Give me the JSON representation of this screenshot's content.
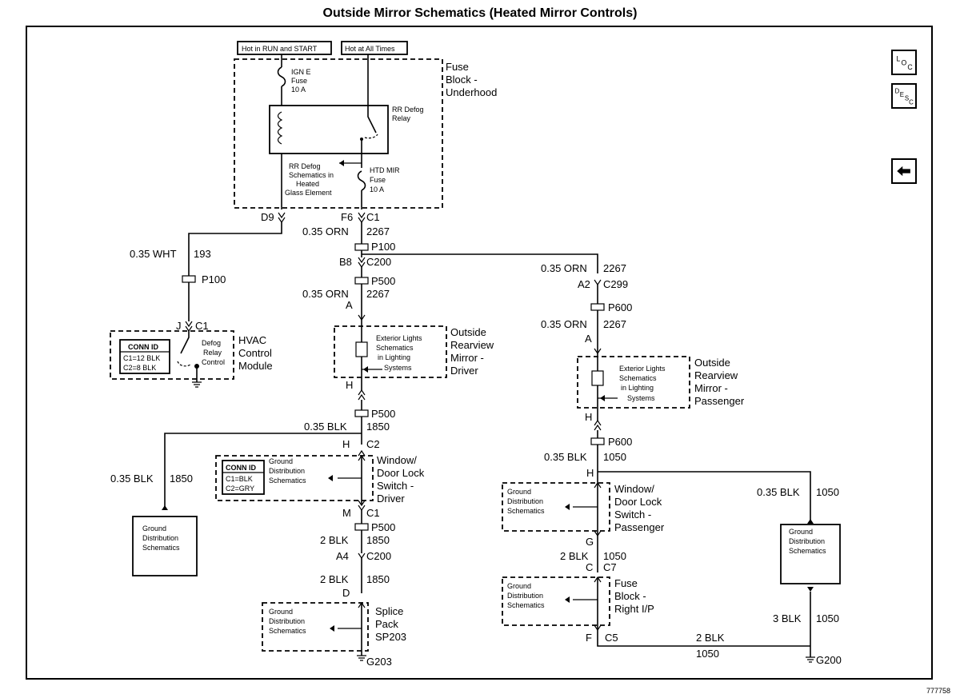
{
  "title": "Outside Mirror Schematics (Heated Mirror Controls)",
  "doc_number": "777758",
  "nav": {
    "loc": "LOC",
    "desc": "DESC",
    "back": "back-arrow"
  },
  "fuse_block_underhood": {
    "hot_run_start": "Hot in RUN and START",
    "hot_all_times": "Hot at All Times",
    "name": [
      "Fuse",
      "Block -",
      "Underhood"
    ],
    "ign_fuse": [
      "IGN E",
      "Fuse",
      "10 A"
    ],
    "relay": [
      "RR Defog",
      "Relay"
    ],
    "rr_defog_ref": [
      "RR Defog",
      "Schematics in",
      "Heated",
      "Glass Element"
    ],
    "htd_fuse": [
      "HTD MIR",
      "Fuse",
      "10 A"
    ]
  },
  "wires": {
    "d9": "D9",
    "f6": "F6",
    "c1_top": "C1",
    "w193": "0.35 WHT",
    "c193": "193",
    "orn1": "0.35 ORN",
    "c2267a": "2267",
    "p100_left": "P100",
    "p100_mid": "P100",
    "b8": "B8",
    "c200a": "C200",
    "p500a": "P500",
    "orn2": "0.35 ORN",
    "c2267b": "2267",
    "conA_drv": "A",
    "orn_pass1": "0.35 ORN",
    "c2267c": "2267",
    "a2": "A2",
    "c299": "C299",
    "p600a": "P600",
    "orn_pass2": "0.35 ORN",
    "c2267d": "2267",
    "conA_pass": "A",
    "conH_drv": "H",
    "p500b": "P500",
    "blk1": "0.35 BLK",
    "c1850a": "1850",
    "h_c2": "H",
    "c2": "C2",
    "blk_left": "0.35 BLK",
    "c1850_left": "1850",
    "m": "M",
    "c1_mid": "C1",
    "p500c": "P500",
    "blk2": "2 BLK",
    "c1850b": "1850",
    "a4": "A4",
    "c200b": "C200",
    "blk3": "2 BLK",
    "c1850c": "1850",
    "conD": "D",
    "g203": "G203",
    "conH_pass": "H",
    "p600b": "P600",
    "blk_pass1": "0.35 BLK",
    "c1050a": "1050",
    "h_pass2": "H",
    "blk_right": "0.35 BLK",
    "c1050_right": "1050",
    "g": "G",
    "blk_pass2": "2 BLK",
    "c1050b": "1050",
    "c": "C",
    "c7": "C7",
    "f": "F",
    "c5": "C5",
    "blk_bottom": "2 BLK",
    "c1050c": "1050",
    "blk_right2": "3 BLK",
    "c1050d": "1050",
    "g200": "G200",
    "j": "J",
    "c1_hvac": "C1"
  },
  "hvac": {
    "name": [
      "HVAC",
      "Control",
      "Module"
    ],
    "conn_id": "CONN ID",
    "c1": "C1=12 BLK",
    "c2": "C2=8 BLK",
    "relay_ctrl": [
      "Defog",
      "Relay",
      "Control"
    ]
  },
  "mirror_driver": {
    "name": [
      "Outside",
      "Rearview",
      "Mirror -",
      "Driver"
    ],
    "ref": [
      "Exterior Lights",
      "Schematics",
      "in Lighting",
      "Systems"
    ]
  },
  "mirror_passenger": {
    "name": [
      "Outside",
      "Rearview",
      "Mirror -",
      "Passenger"
    ],
    "ref": [
      "Exterior Lights",
      "Schematics",
      "in Lighting",
      "Systems"
    ]
  },
  "switch_driver": {
    "name": [
      "Window/",
      "Door Lock",
      "Switch -",
      "Driver"
    ],
    "conn_id": "CONN ID",
    "c1": "C1=BLK",
    "c2": "C2=GRY",
    "ref": [
      "Ground",
      "Distribution",
      "Schematics"
    ]
  },
  "switch_passenger": {
    "name": [
      "Window/",
      "Door Lock",
      "Switch -",
      "Passenger"
    ],
    "ref": [
      "Ground",
      "Distribution",
      "Schematics"
    ]
  },
  "ground_left": [
    "Ground",
    "Distribution",
    "Schematics"
  ],
  "ground_right": [
    "Ground",
    "Distribution",
    "Schematics"
  ],
  "splice_pack": {
    "name": [
      "Splice",
      "Pack",
      "SP203"
    ],
    "ref": [
      "Ground",
      "Distribution",
      "Schematics"
    ]
  },
  "fuse_block_ip": {
    "name": [
      "Fuse",
      "Block -",
      "Right I/P"
    ],
    "ref": [
      "Ground",
      "Distribution",
      "Schematics"
    ]
  }
}
